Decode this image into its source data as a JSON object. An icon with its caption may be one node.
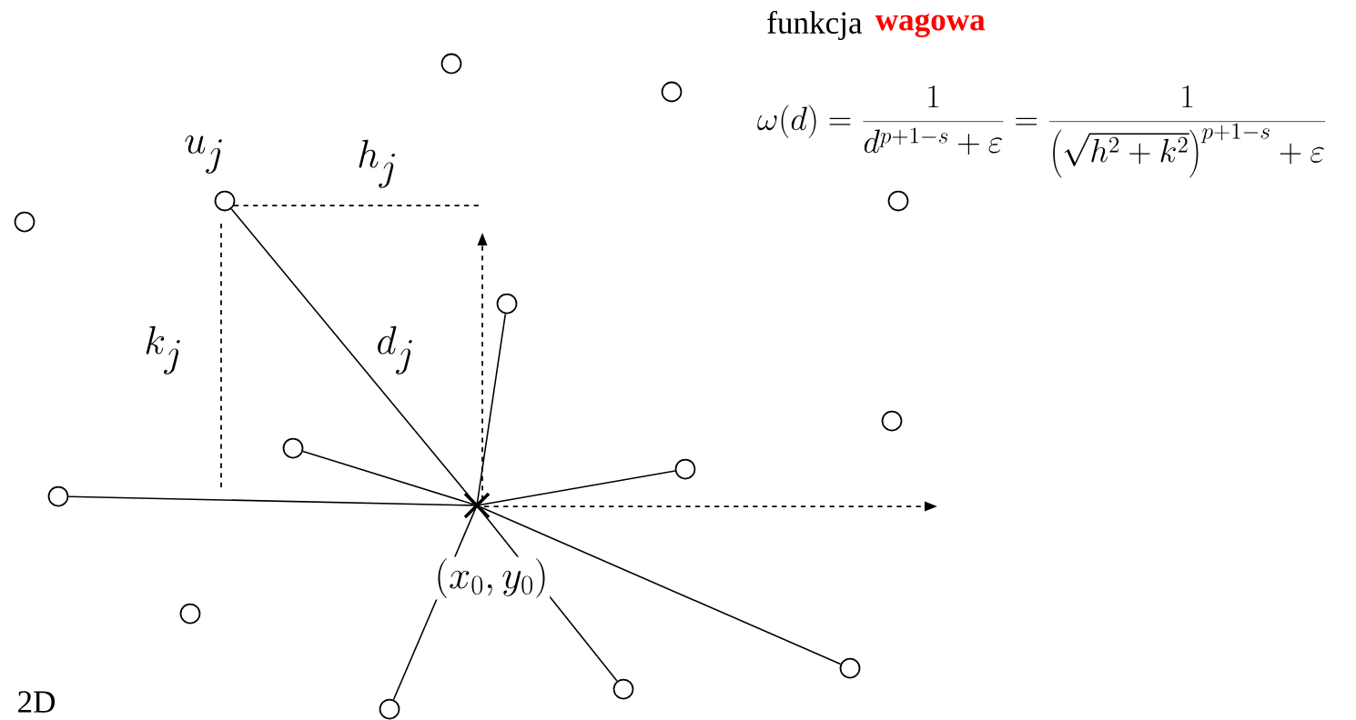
{
  "diagram": {
    "title": "funkcja",
    "nodes": [
      {
        "text": [],
        "shape": "cross",
        "beside": [
          "(x_0, y_0)"
        ]
      },
      {
        "text": [],
        "shape": "circle"
      },
      {
        "text": [],
        "shape": "circle"
      },
      {
        "text": [],
        "shape": "circle"
      },
      {
        "text": [],
        "shape": "circle"
      },
      {
        "text": [],
        "shape": "circle"
      },
      {
        "text": [],
        "shape": "circle"
      },
      {
        "text": [],
        "shape": "circle"
      },
      {
        "text": [],
        "shape": "circle"
      },
      {
        "text": [],
        "shape": "circle"
      },
      {
        "text": [],
        "shape": "circle"
      },
      {
        "text": [],
        "shape": "circle"
      },
      {
        "text": [],
        "shape": "circle"
      },
      {
        "text": [],
        "shape": "circle"
      },
      {
        "text": [],
        "shape": "circle"
      }
    ],
    "edges": [
      {
        "from": 5,
        "to": 0,
        "arrow": "none"
      },
      {
        "from": 6,
        "to": 0,
        "arrow": "none"
      },
      {
        "from": 8,
        "to": 0,
        "arrow": "none"
      },
      {
        "from": 9,
        "to": 0,
        "arrow": "none"
      },
      {
        "from": 10,
        "to": 0,
        "arrow": "none"
      },
      {
        "from": 12,
        "to": 0,
        "arrow": "none"
      },
      {
        "from": 13,
        "to": 0,
        "arrow": "none"
      },
      {
        "from": 14,
        "to": 0,
        "arrow": "none"
      }
    ],
    "labels": [
      "wagowa",
      "\\omega(d)=\\frac{1}{d^{p+1-s}+\\varepsilon}=\\frac{1}{\\left(\\sqrt{h^2+k^2}\\right)^{p+1-s}+\\varepsilon}",
      "u_j",
      "h_j",
      "k_j",
      "d_j",
      "2D"
    ]
  }
}
